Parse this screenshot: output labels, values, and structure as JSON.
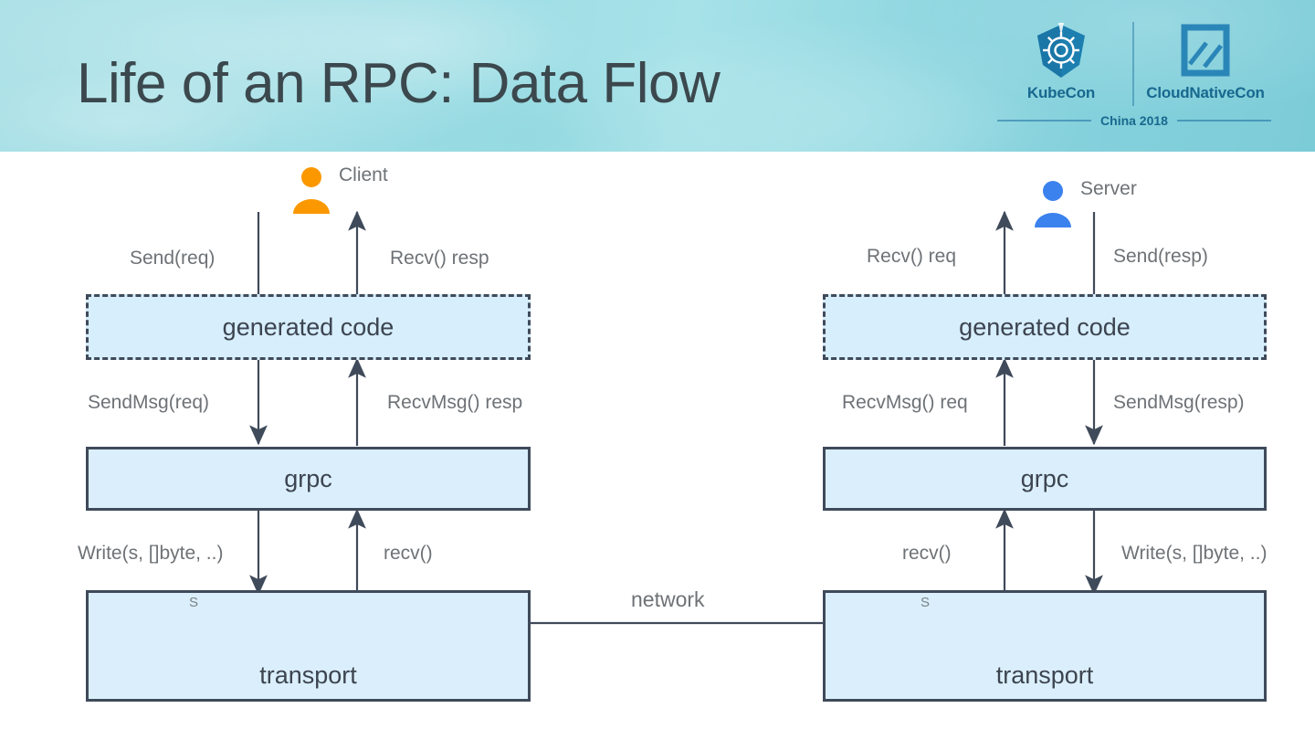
{
  "header": {
    "title": "Life of an RPC: Data Flow",
    "background_color": "#9bdce4",
    "title_color": "#3b484d",
    "logo": {
      "left_name": "KubeCon",
      "right_name": "CloudNativeCon",
      "footer": "China 2018",
      "brand_color": "#18688f",
      "left_icon": "kubernetes-helm-icon",
      "right_icon": "cloud-native-square-icon"
    }
  },
  "diagram": {
    "type": "sequence-stack",
    "network_label": "network",
    "colors": {
      "box_fill": "#daeffb",
      "box_stroke": "#3f4a5a",
      "arrow": "#3f4a5a",
      "label_text": "#6e7276",
      "client_accent": "#fb9800",
      "server_accent": "#3b82ef",
      "stream_bar": "#8fd2a8"
    },
    "client": {
      "actor_label": "Client",
      "actor_icon": "person-icon",
      "layers": [
        {
          "id": "generated-code",
          "label": "generated code",
          "style": "dashed"
        },
        {
          "id": "grpc",
          "label": "grpc",
          "style": "solid"
        },
        {
          "id": "transport",
          "label": "transport",
          "style": "solid"
        }
      ],
      "cylinder": {
        "label": "S",
        "icon": "stream-cylinder-icon"
      },
      "edges": [
        {
          "from": "actor",
          "to": "generated-code",
          "direction": "down",
          "label": "Send(req)"
        },
        {
          "from": "generated-code",
          "to": "actor",
          "direction": "up",
          "label": "Recv() resp"
        },
        {
          "from": "generated-code",
          "to": "grpc",
          "direction": "down",
          "label": "SendMsg(req)"
        },
        {
          "from": "grpc",
          "to": "generated-code",
          "direction": "up",
          "label": "RecvMsg() resp"
        },
        {
          "from": "grpc",
          "to": "transport",
          "direction": "down",
          "label": "Write(s, []byte, ..)"
        },
        {
          "from": "transport",
          "to": "grpc",
          "direction": "up",
          "label": "recv()"
        }
      ]
    },
    "server": {
      "actor_label": "Server",
      "actor_icon": "person-icon",
      "layers": [
        {
          "id": "generated-code",
          "label": "generated code",
          "style": "dashed"
        },
        {
          "id": "grpc",
          "label": "grpc",
          "style": "solid"
        },
        {
          "id": "transport",
          "label": "transport",
          "style": "solid"
        }
      ],
      "cylinder": {
        "label": "S",
        "icon": "stream-cylinder-icon"
      },
      "edges": [
        {
          "from": "generated-code",
          "to": "actor",
          "direction": "up",
          "label": "Recv() req"
        },
        {
          "from": "actor",
          "to": "generated-code",
          "direction": "down",
          "label": "Send(resp)"
        },
        {
          "from": "grpc",
          "to": "generated-code",
          "direction": "up",
          "label": "RecvMsg() req"
        },
        {
          "from": "generated-code",
          "to": "grpc",
          "direction": "down",
          "label": "SendMsg(resp)"
        },
        {
          "from": "transport",
          "to": "grpc",
          "direction": "up",
          "label": "recv()"
        },
        {
          "from": "grpc",
          "to": "transport",
          "direction": "down",
          "label": "Write(s, []byte, ..)"
        }
      ]
    }
  }
}
